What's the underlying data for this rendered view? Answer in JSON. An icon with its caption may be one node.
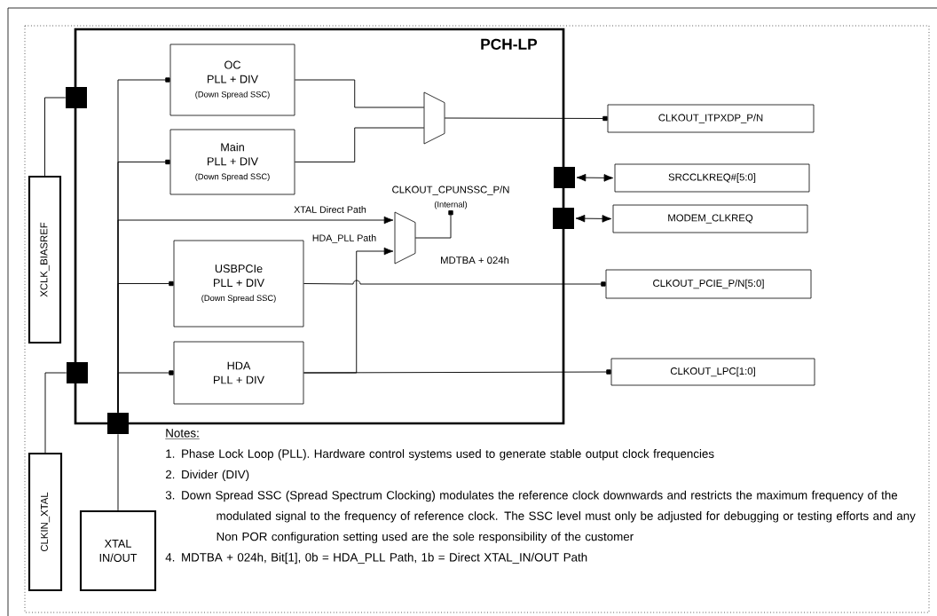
{
  "diagram": {
    "nodes": [
      {
        "text": [
          "PCH-LP"
        ]
      },
      {
        "text": [
          "OC",
          "PLL + DIV",
          "(Down Spread SSC)"
        ],
        "in": 0
      },
      {
        "text": [
          "Main",
          "PLL + DIV",
          "(Down Spread SSC)"
        ],
        "in": 0
      },
      {
        "text": [],
        "shape": "trapezoid",
        "in": 0
      },
      {
        "text": [
          "CLKOUT_ITPXDP_P/N"
        ]
      },
      {
        "text": [
          "SRCCLKREQ#[5:0]"
        ]
      },
      {
        "text": [
          "MODEM_CLKREQ"
        ]
      },
      {
        "text": [],
        "shape": "box"
      },
      {
        "text": [],
        "shape": "box"
      },
      {
        "text": [],
        "shape": "trapezoid",
        "in": 0,
        "beside": [
          "MDTBA + 024h"
        ]
      },
      {
        "text": [
          "CLKOUT_CPUNSSC_P/N",
          "(Internal)"
        ],
        "in": 0
      },
      {
        "text": [
          "USBPCIe",
          "PLL + DIV",
          "(Down Spread SSC)"
        ],
        "in": 0
      },
      {
        "text": [
          "HDA",
          "PLL + DIV"
        ],
        "in": 0
      },
      {
        "text": [
          "CLKOUT_PCIE_P/N[5:0]"
        ]
      },
      {
        "text": [
          "CLKOUT_LPC[1:0]"
        ]
      },
      {
        "text": [
          "XCLK_BIASREF"
        ]
      },
      {
        "text": [],
        "shape": "box"
      },
      {
        "text": [
          "CLKIN_XTAL"
        ]
      },
      {
        "text": [],
        "shape": "box"
      },
      {
        "text": [
          "XTAL IN/OUT"
        ]
      },
      {
        "text": [],
        "shape": "box"
      }
    ],
    "edges": [
      {
        "from": 20,
        "to": 1,
        "arrow": "other"
      },
      {
        "from": 20,
        "to": 2,
        "arrow": "other"
      },
      {
        "from": 20,
        "to": 9,
        "arrow": "to",
        "label": "XTAL Direct Path"
      },
      {
        "from": 20,
        "to": 11,
        "arrow": "other"
      },
      {
        "from": 20,
        "to": 12,
        "arrow": "other"
      },
      {
        "from": 1,
        "to": 3,
        "arrow": "none"
      },
      {
        "from": 2,
        "to": 3,
        "arrow": "none"
      },
      {
        "from": 3,
        "to": 4,
        "arrow": "other"
      },
      {
        "from": 7,
        "to": 5,
        "arrow": "both"
      },
      {
        "from": 8,
        "to": 6,
        "arrow": "both"
      },
      {
        "from": 9,
        "to": 10,
        "arrow": "other"
      },
      {
        "from": 11,
        "to": 13,
        "arrow": "other"
      },
      {
        "from": 12,
        "to": 14,
        "arrow": "other"
      },
      {
        "from": 12,
        "to": 9,
        "arrow": "to",
        "label": "HDA_PLL Path"
      },
      {
        "from": 16,
        "to": 15,
        "arrow": "none"
      },
      {
        "from": 18,
        "to": 17,
        "arrow": "none"
      },
      {
        "from": 20,
        "to": 19,
        "arrow": "none"
      }
    ],
    "labels": [
      "Notes:",
      "1. Phase Lock Loop (PLL). Hardware control systems used to generate stable output clock frequencies",
      "2. Divider (DIV)",
      "3. Down Spread SSC (Spread Spectrum Clocking) modulates the reference clock downwards and restricts the maximum frequency of the modulated signal to the frequency of reference clock. The SSC level must only be adjusted for debugging or testing efforts and any Non POR configuration setting used are the sole responsibility of the customer",
      "4. MDTBA + 024h, Bit[1], 0b = HDA_PLL Path, 1b = Direct XTAL_IN/OUT Path"
    ]
  }
}
